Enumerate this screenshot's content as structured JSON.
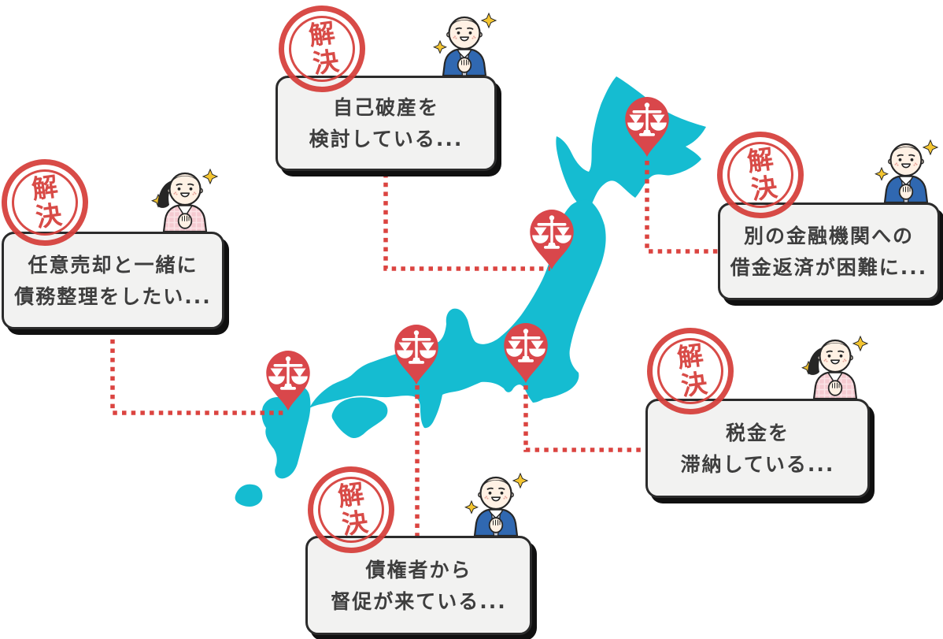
{
  "illustration": {
    "type": "japan-map-consultation-callouts",
    "stamp_text": "解決",
    "cards": [
      {
        "position": "top",
        "character": "man",
        "line1": "自己破産を",
        "line2": "検討している..."
      },
      {
        "position": "left",
        "character": "woman",
        "line1": "任意売却と一緒に",
        "line2": "債務整理をしたい..."
      },
      {
        "position": "right",
        "character": "man",
        "line1": "別の金融機関への",
        "line2": "借金返済が困難に..."
      },
      {
        "position": "bottom-right",
        "character": "woman",
        "line1": "税金を",
        "line2": "滞納している..."
      },
      {
        "position": "bottom-center",
        "character": "man",
        "line1": "債権者から",
        "line2": "督促が来ている..."
      }
    ],
    "map": {
      "country_shape": "japan",
      "pin_count": 5,
      "pin_icon": "scales-of-justice-icon",
      "pin_regions": [
        "hokkaido",
        "tohoku",
        "kanto",
        "kansai",
        "kyushu"
      ]
    },
    "colors": {
      "map_teal": "#15BCD1",
      "pin_red": "#D9474B",
      "stamp_red": "#D6403C",
      "dotted_line_red": "#DB4440",
      "card_bg": "#F2F2F1",
      "card_border": "#2B2B2B",
      "card_shadow": "#101010",
      "text": "#3E3E3E"
    }
  }
}
